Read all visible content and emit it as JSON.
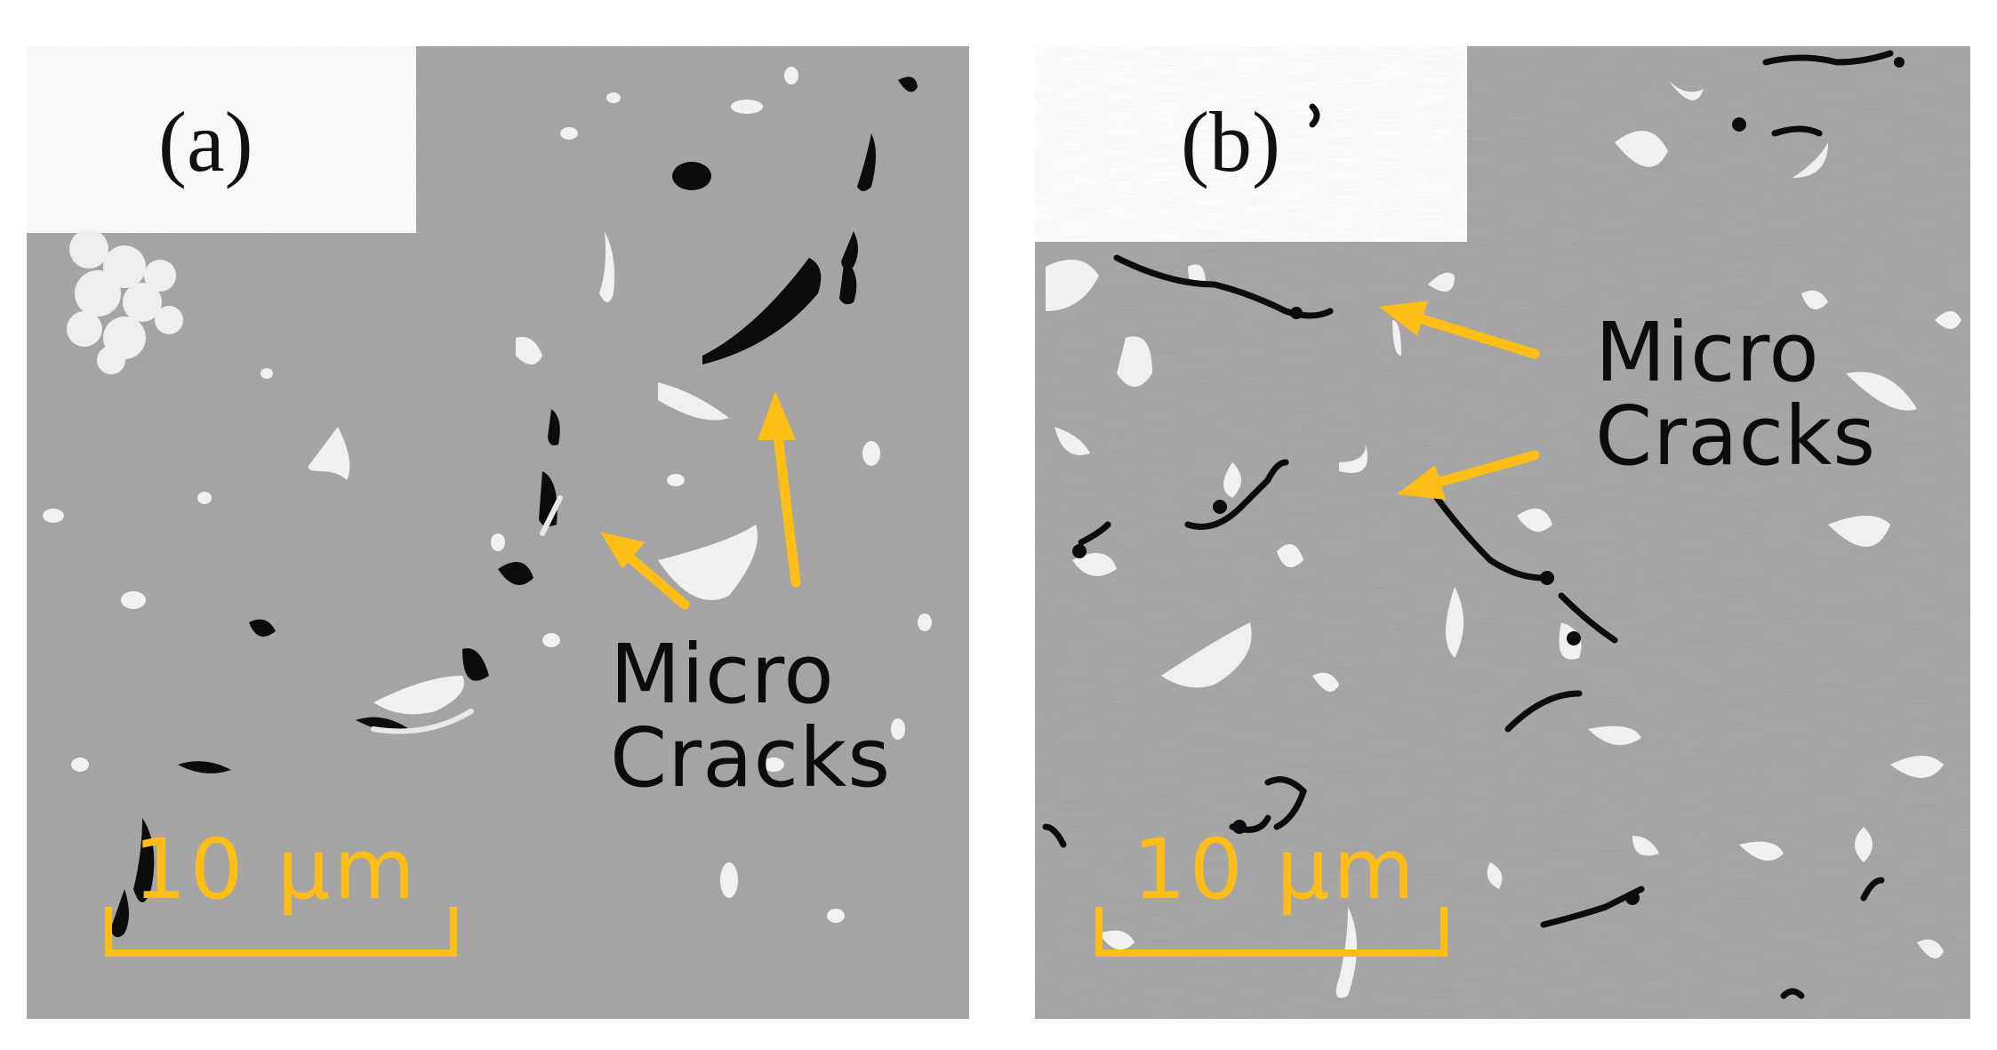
{
  "colors": {
    "matrix": "#a8a8a8",
    "precipitate": "#f2f2f2",
    "crack": "#0c0c0c",
    "annotation": "#ffbe16",
    "background": "#ffffff"
  },
  "panels": [
    {
      "label": "(a)",
      "annotation": {
        "line1": "Micro",
        "line2": "Cracks",
        "arrow_count": 2
      },
      "scale_bar": {
        "label": "10 μm"
      }
    },
    {
      "label": "(b)",
      "annotation": {
        "line1": "Micro",
        "line2": "Cracks",
        "arrow_count": 2
      },
      "scale_bar": {
        "label": "10 μm"
      }
    }
  ]
}
